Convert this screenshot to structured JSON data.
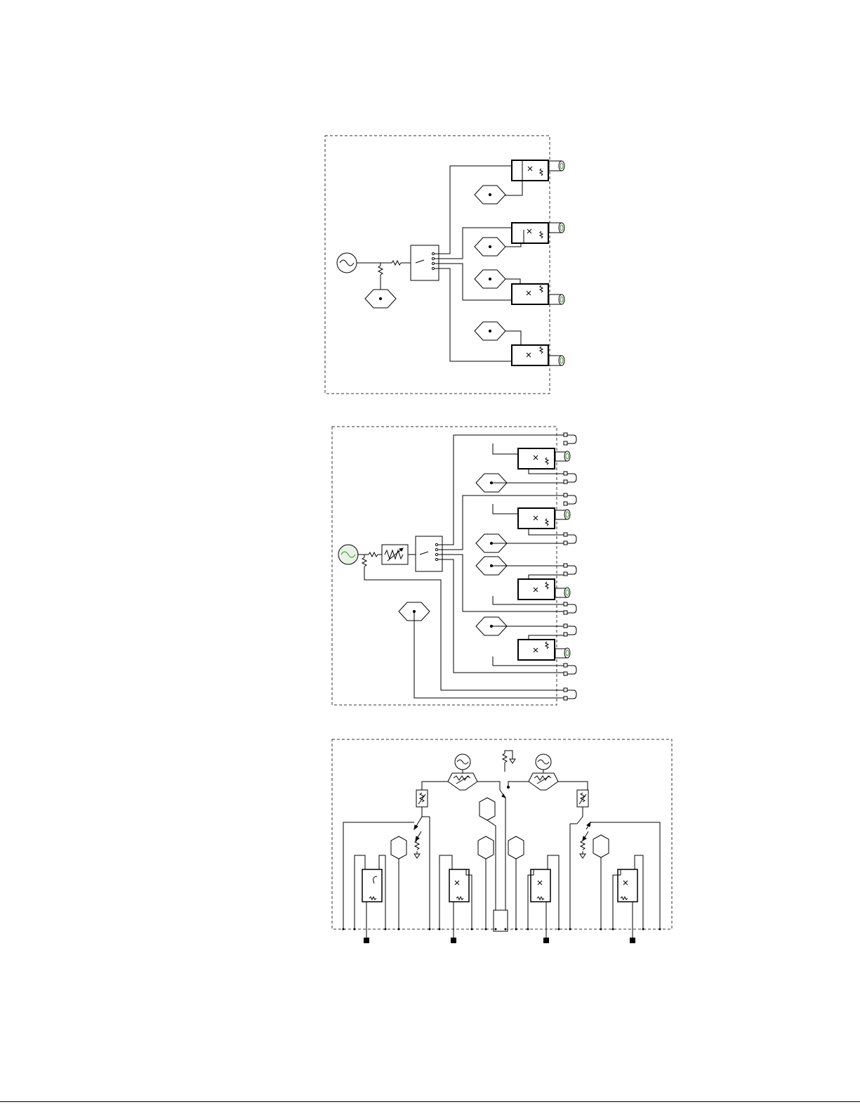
{
  "figures": [
    {
      "id": "schematic-1",
      "module_count": 4,
      "connectors": "coax-only"
    },
    {
      "id": "schematic-2",
      "module_count": 4,
      "connectors": "coax-with-u-loops"
    },
    {
      "id": "schematic-3",
      "module_count": 4,
      "connectors": "bottom-terminals"
    }
  ],
  "colors": {
    "line": "#000000",
    "frame": "#333333",
    "source_fill": "#e8f3e6",
    "coax_accent": "#3a8a2a",
    "background": "#ffffff"
  },
  "icons": {
    "source": "ac-source-icon",
    "resistor": "resistor-icon",
    "switch": "rotary-switch-icon",
    "sensor": "hexagon-sensor-icon",
    "module": "probe-module-icon",
    "coax": "coax-connector-icon",
    "attenuator": "variable-attenuator-icon",
    "ground": "ground-icon",
    "terminal": "terminal-block-icon"
  }
}
